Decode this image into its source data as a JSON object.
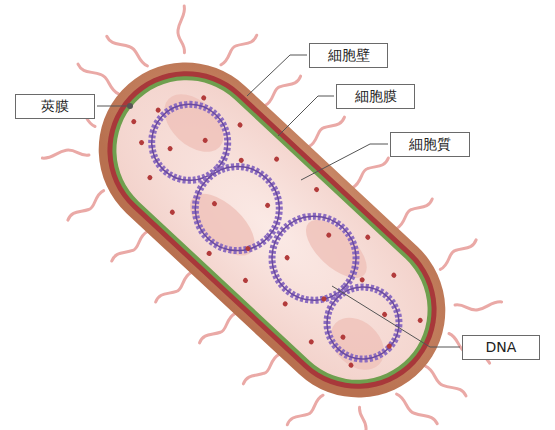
{
  "diagram": {
    "nodes": [
      {
        "text": [
          "莢膜"
        ]
      },
      {
        "text": [
          "細胞壁"
        ]
      },
      {
        "text": [
          "細胞膜"
        ]
      },
      {
        "text": [
          "細胞質"
        ]
      },
      {
        "text": [
          "DNA"
        ]
      }
    ]
  }
}
